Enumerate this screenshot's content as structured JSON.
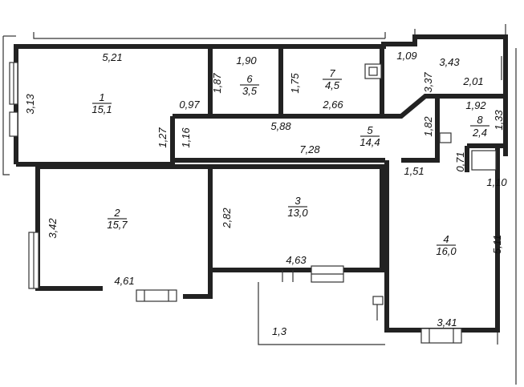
{
  "rooms": [
    {
      "id": "1",
      "area": "15,1"
    },
    {
      "id": "2",
      "area": "15,7"
    },
    {
      "id": "3",
      "area": "13,0"
    },
    {
      "id": "4",
      "area": "16,0"
    },
    {
      "id": "5",
      "area": "14,4"
    },
    {
      "id": "6",
      "area": "3,5"
    },
    {
      "id": "7",
      "area": "4,5"
    },
    {
      "id": "8",
      "area": "2,4"
    }
  ],
  "dimensions": {
    "d521": "5,21",
    "d313": "3,13",
    "d097": "0,97",
    "d127": "1,27",
    "d116": "1,16",
    "d190": "1,90",
    "d187": "1,87",
    "d175": "1,75",
    "d266": "2,66",
    "d109": "1,09",
    "d343": "3,43",
    "d337": "3,37",
    "d201": "2,01",
    "d192": "1,92",
    "d133": "1,33",
    "d182": "1,82",
    "d588": "5,88",
    "d728": "7,28",
    "d151": "1,51",
    "d071": "0,71",
    "d110": "1,10",
    "d342": "3,42",
    "d461": "4,61",
    "d282": "2,82",
    "d463": "4,63",
    "d511": "5,11",
    "d341": "3,41",
    "d13": "1,3"
  },
  "colors": {
    "wall": "#222222",
    "line": "#333333",
    "text": "#111111"
  }
}
